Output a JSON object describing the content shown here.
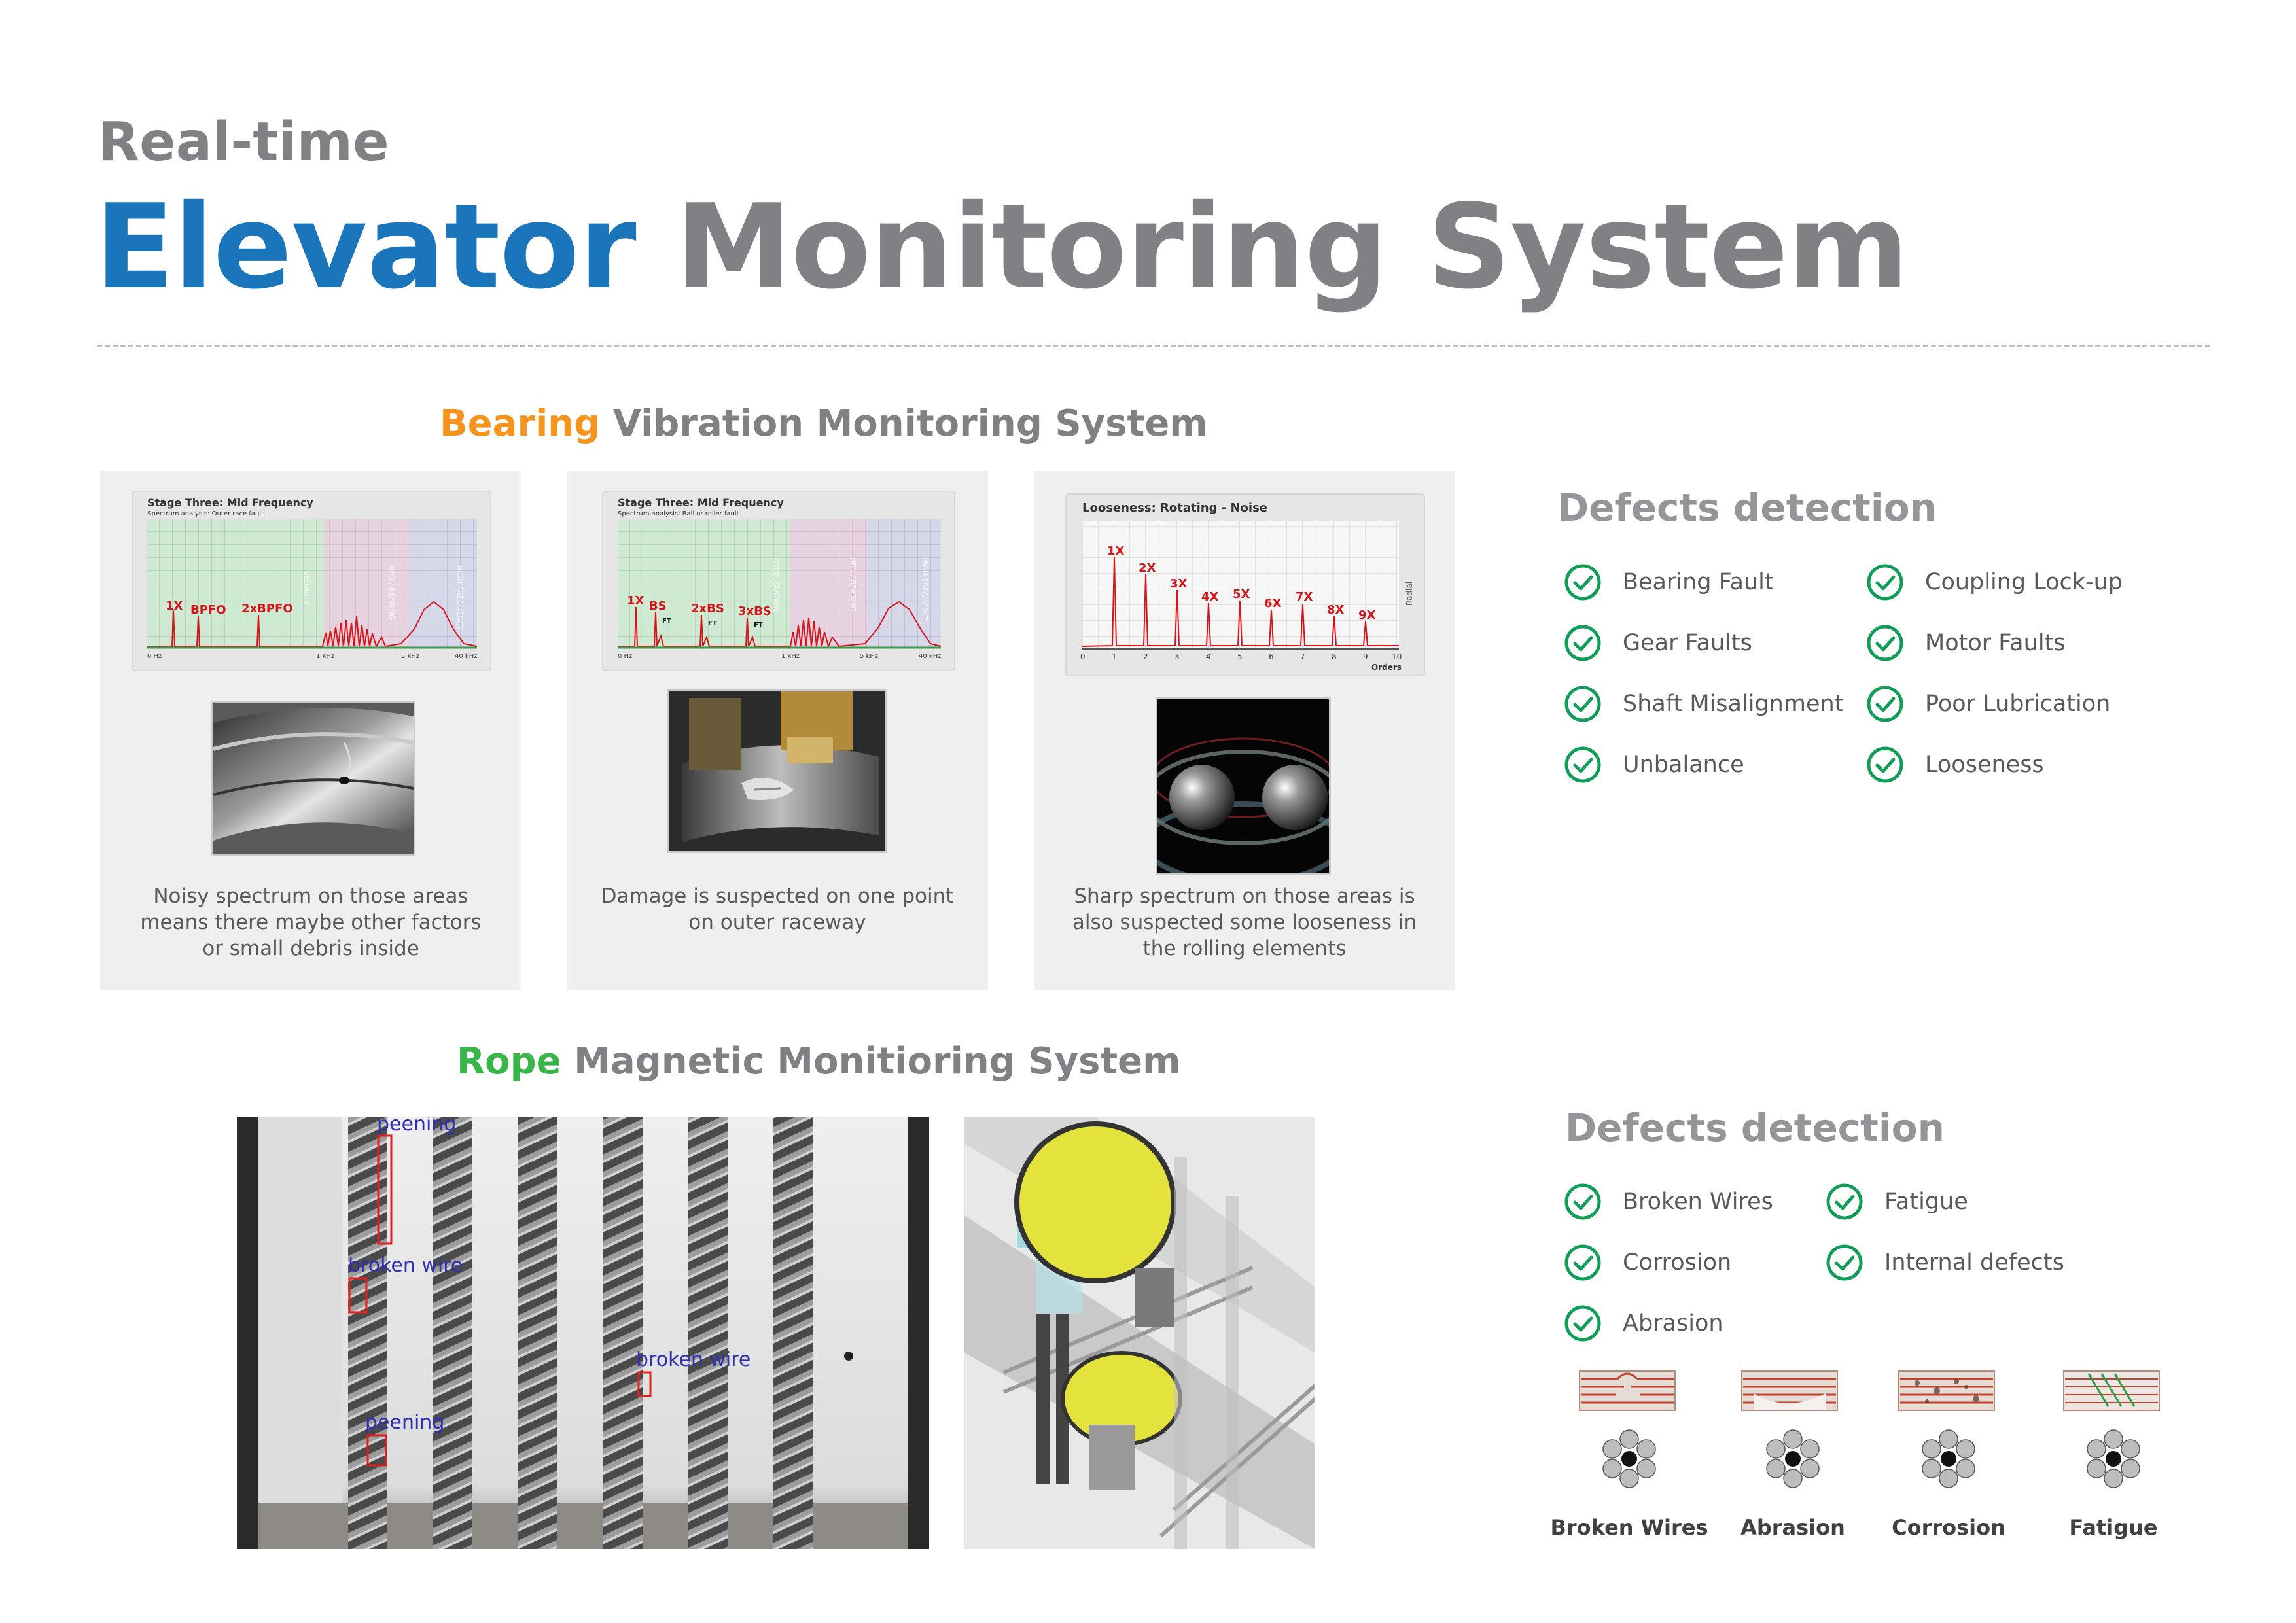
{
  "header": {
    "kicker": "Real-time",
    "title_accent": "Elevator",
    "title_rest": "Monitoring System"
  },
  "bearing": {
    "title_accent": "Bearing",
    "title_rest": "Vibration Monitoring System",
    "panels": [
      {
        "chart_title": "Stage Three: Mid Frequency",
        "chart_subtitle": "Spectrum analysis: Outer race fault",
        "peak_labels": [
          "1X",
          "BPFO",
          "2xBPFO"
        ],
        "band_labels": [
          "VELOCITY",
          "HFD / BEARING",
          "HIGH FREQUENCY"
        ],
        "axis_ticks": [
          "0 Hz",
          "1 kHz",
          "5 kHz",
          "40 kHz"
        ],
        "caption": "Noisy spectrum on those areas means there maybe other factors or small debris inside"
      },
      {
        "chart_title": "Stage Three: Mid Frequency",
        "chart_subtitle": "Spectrum analysis: Ball or roller fault",
        "peak_labels": [
          "1X",
          "BS",
          "2xBS",
          "3xBS"
        ],
        "ft_labels": [
          "FT",
          "FT",
          "FT"
        ],
        "band_labels": [
          "ACCELERATION",
          "HFD / BEARING",
          "HIGH FREQUENCY"
        ],
        "axis_ticks": [
          "0 Hz",
          "1 kHz",
          "5 kHz",
          "40 kHz"
        ],
        "caption": "Damage is suspected on one point on outer raceway"
      },
      {
        "chart_title": "Looseness: Rotating - Noise",
        "axis_unit": "Orders",
        "side_label": "Radial",
        "peak_labels": [
          "1X",
          "2X",
          "3X",
          "4X",
          "5X",
          "6X",
          "7X",
          "8X",
          "9X"
        ],
        "axis_ticks": [
          "0",
          "1",
          "2",
          "3",
          "4",
          "5",
          "6",
          "7",
          "8",
          "9",
          "10"
        ],
        "caption": "Sharp spectrum on those areas is also suspected some looseness in the rolling elements"
      }
    ],
    "defects": {
      "title": "Defects detection",
      "left": [
        "Bearing Fault",
        "Gear Faults",
        "Shaft Misalignment",
        "Unbalance"
      ],
      "right": [
        "Coupling Lock-up",
        "Motor Faults",
        "Poor Lubrication",
        "Looseness"
      ]
    }
  },
  "rope": {
    "title_accent": "Rope",
    "title_rest": "Magnetic Monitioring System",
    "photo_annotations": [
      "peening",
      "broken wire",
      "broken wire",
      "peening"
    ],
    "defects": {
      "title": "Defects detection",
      "left": [
        "Broken Wires",
        "Corrosion",
        "Abrasion"
      ],
      "right": [
        "Fatigue",
        "Internal defects"
      ]
    },
    "samples": [
      "Broken Wires",
      "Abrasion",
      "Corrosion",
      "Fatigue"
    ]
  },
  "colors": {
    "accent_blue": "#1b75bb",
    "accent_orange": "#f7941d",
    "accent_green": "#39b54a",
    "heading_grey": "#808184",
    "check_green": "#0f9d58",
    "spectrum_red": "#d7141a"
  }
}
